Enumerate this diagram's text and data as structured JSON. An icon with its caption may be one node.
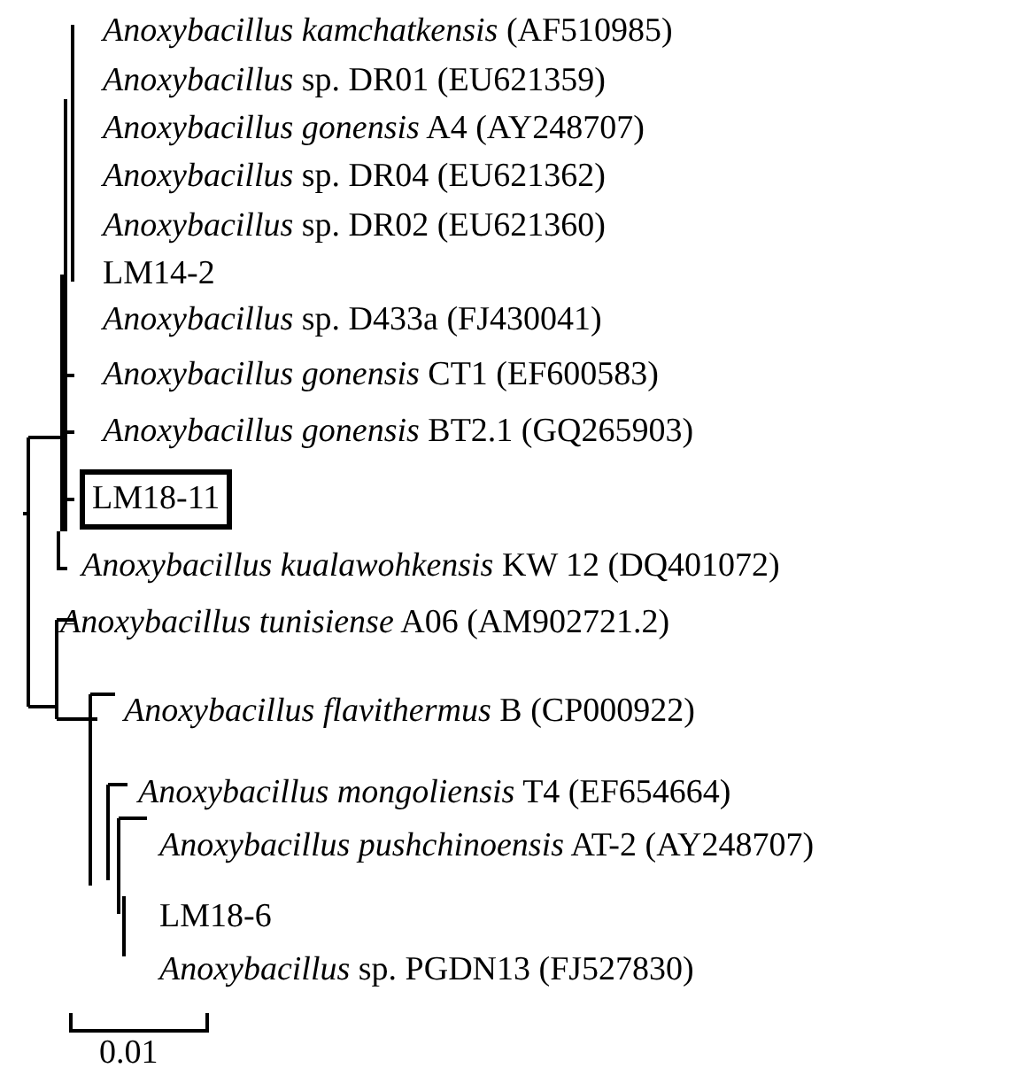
{
  "diagram": {
    "nodes": [
      {
        "text": [
          "LM18-11"
        ]
      }
    ],
    "labels": [
      "*Anoxybacillus kamchatkensis* (AF510985)",
      "*Anoxybacillus* sp. DR01 (EU621359)",
      "*Anoxybacillus gonensis* A4 (AY248707)",
      "*Anoxybacillus* sp. DR04 (EU621362)",
      "*Anoxybacillus* sp. DR02 (EU621360)",
      "LM14-2",
      "*Anoxybacillus* sp. D433a (FJ430041)",
      "*Anoxybacillus gonensis* CT1 (EF600583)",
      "*Anoxybacillus gonensis* BT2.1 (GQ265903)",
      "*Anoxybacillus kualawohkensis* KW 12 (DQ401072)",
      "*Anoxybacillus tunisiense* A06 (AM902721.2)",
      "*Anoxybacillus flavithermus* B (CP000922)",
      "*Anoxybacillus mongoliensis* T4 (EF654664)",
      "*Anoxybacillus pushchinoensis* AT-2 (AY248707)",
      "LM18-6",
      "*Anoxybacillus* sp. PGDN13 (FJ527830)",
      "0.01"
    ]
  }
}
